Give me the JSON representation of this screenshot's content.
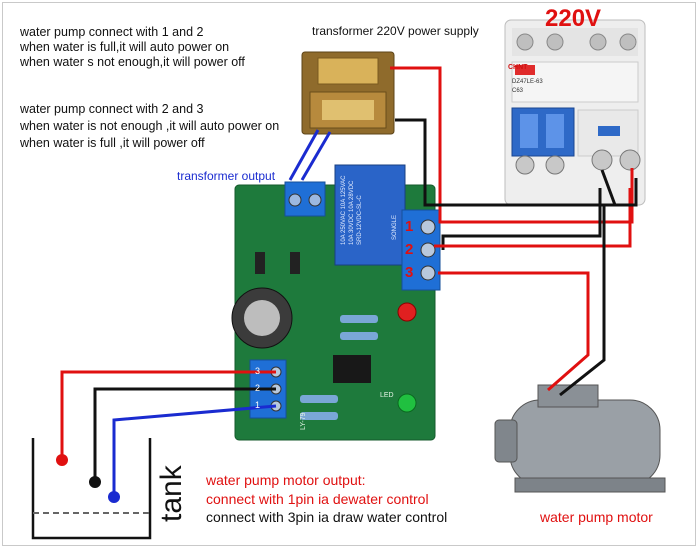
{
  "notes": {
    "mode1": [
      "water pump connect with 1 and 2",
      "when water is full,it will auto power on",
      "when water s not enough,it will power off"
    ],
    "mode2": [
      "water pump connect with 2 and 3",
      "when water is not enough ,it will auto power on",
      "when water is full ,it will power off"
    ]
  },
  "labels": {
    "transformer_supply": "transformer 220V power supply",
    "breaker_voltage": "220V",
    "transformer_output": "transformer output",
    "pin1": "1",
    "pin2": "2",
    "pin3": "3",
    "tank": "tank",
    "motor_output_title": "water pump motor output:",
    "motor_output_line1": "connect with 1pin ia dewater control",
    "motor_output_line2": "connect with 3pin ia draw water control",
    "water_pump_motor": "water pump motor"
  },
  "breaker_print": {
    "brand": "CHNT",
    "model": "DZ47LE-63",
    "rating": "C63"
  },
  "relay_print": {
    "brand": "SONGLE",
    "spec1": "10A 250VAC 10A 125VAC",
    "spec2": "10A 30VDC 10A 28VDC",
    "model": "SRD-12VDC-SL-C"
  },
  "board_print": {
    "terminal_left": [
      "3",
      "2",
      "1"
    ],
    "led_label": "LED",
    "board_code": "LY-79"
  },
  "colors": {
    "wire_red": "#e01010",
    "wire_black": "#111111",
    "wire_blue": "#1a2bd0",
    "board_green": "#1e7a3c",
    "terminal_blue": "#1f6fd6",
    "label_red": "#e01010"
  }
}
